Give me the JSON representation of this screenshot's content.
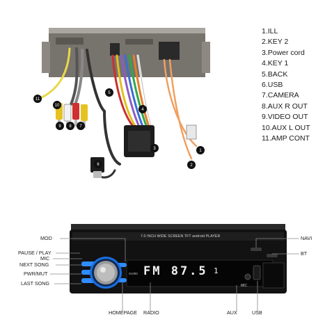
{
  "legend": {
    "items": [
      "1.ILL",
      "2.KEY 2",
      "3.Power cord",
      "4.KEY 1",
      "5.BACK",
      "6.USB",
      "7.CAMERA",
      "8.AUX R OUT",
      "9.VIDEO OUT",
      "10.AUX L OUT",
      "11.AMP CONT"
    ]
  },
  "wire_markers": [
    "1",
    "2",
    "3",
    "4",
    "5",
    "6",
    "7",
    "8",
    "9",
    "10",
    "11"
  ],
  "stereo": {
    "screen_banner": "7.0 INCH WIDE SCREEN TFT android PLAYER",
    "display_readout": "FM 87.5",
    "display_suffix": "1",
    "knob_badge": "CH/00"
  },
  "callouts": {
    "mod": "MOD",
    "pause_play": "PAUSE / PLAY",
    "mic": "MIC",
    "next_song": "NEXT SONG",
    "pwr_mut": "PWR/MUT",
    "last_song": "LAST SONG",
    "homepage": "HOMEPAGE",
    "radio": "RADIO",
    "aux": "AUX",
    "usb": "USB",
    "navi": "NAVI",
    "bt": "BT",
    "mic_port": "MIC"
  },
  "colors": {
    "background": "#ffffff",
    "chassis": "#6f6c66",
    "unit_body": "#111111",
    "button_glow": "#2f8cff",
    "display_text": "#f2f2f2",
    "callout_line": "#8a8a8a",
    "marker_fill": "#111111"
  }
}
